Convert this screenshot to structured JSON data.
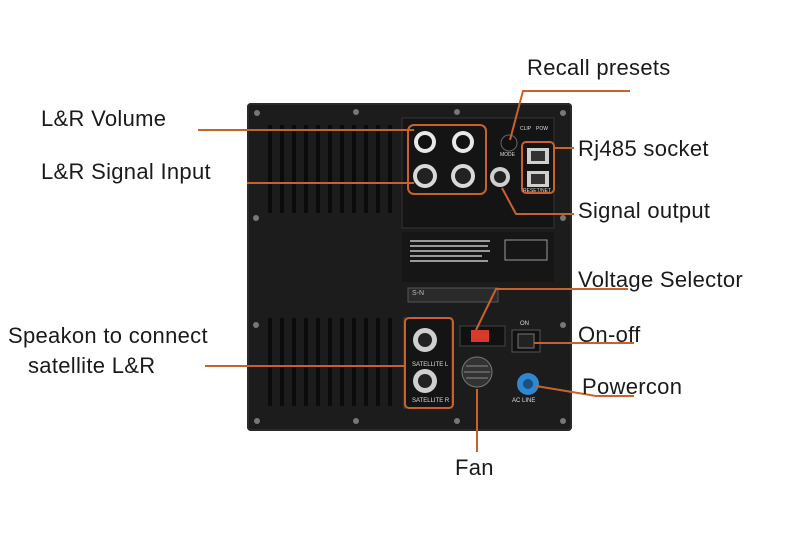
{
  "labels": {
    "recall_presets": "Recall presets",
    "lr_volume": "L&R Volume",
    "lr_signal_input": "L&R Signal Input",
    "rj485_socket": "Rj485 socket",
    "signal_output": "Signal output",
    "voltage_selector": "Voltage Selector",
    "on_off": "On-off",
    "powercon": "Powercon",
    "speakon_line1": "Speakon to connect",
    "speakon_line2": "satellite L&R",
    "fan": "Fan"
  },
  "panel_text": {
    "sn": "S-N",
    "satellite_l": "SATELLITE L",
    "satellite_r": "SATELLITE R",
    "ac_line": "AC LINE",
    "on": "ON",
    "reset_net": "RESET/NET",
    "mode": "MODE",
    "clip": "CLIP",
    "pow": "POW"
  },
  "colors": {
    "accent": "#c9622a",
    "panel": "#1c1c1c",
    "label_text": "#1a1a1a",
    "powercon": "#2f86d1",
    "voltage_red": "#d63a2a"
  }
}
